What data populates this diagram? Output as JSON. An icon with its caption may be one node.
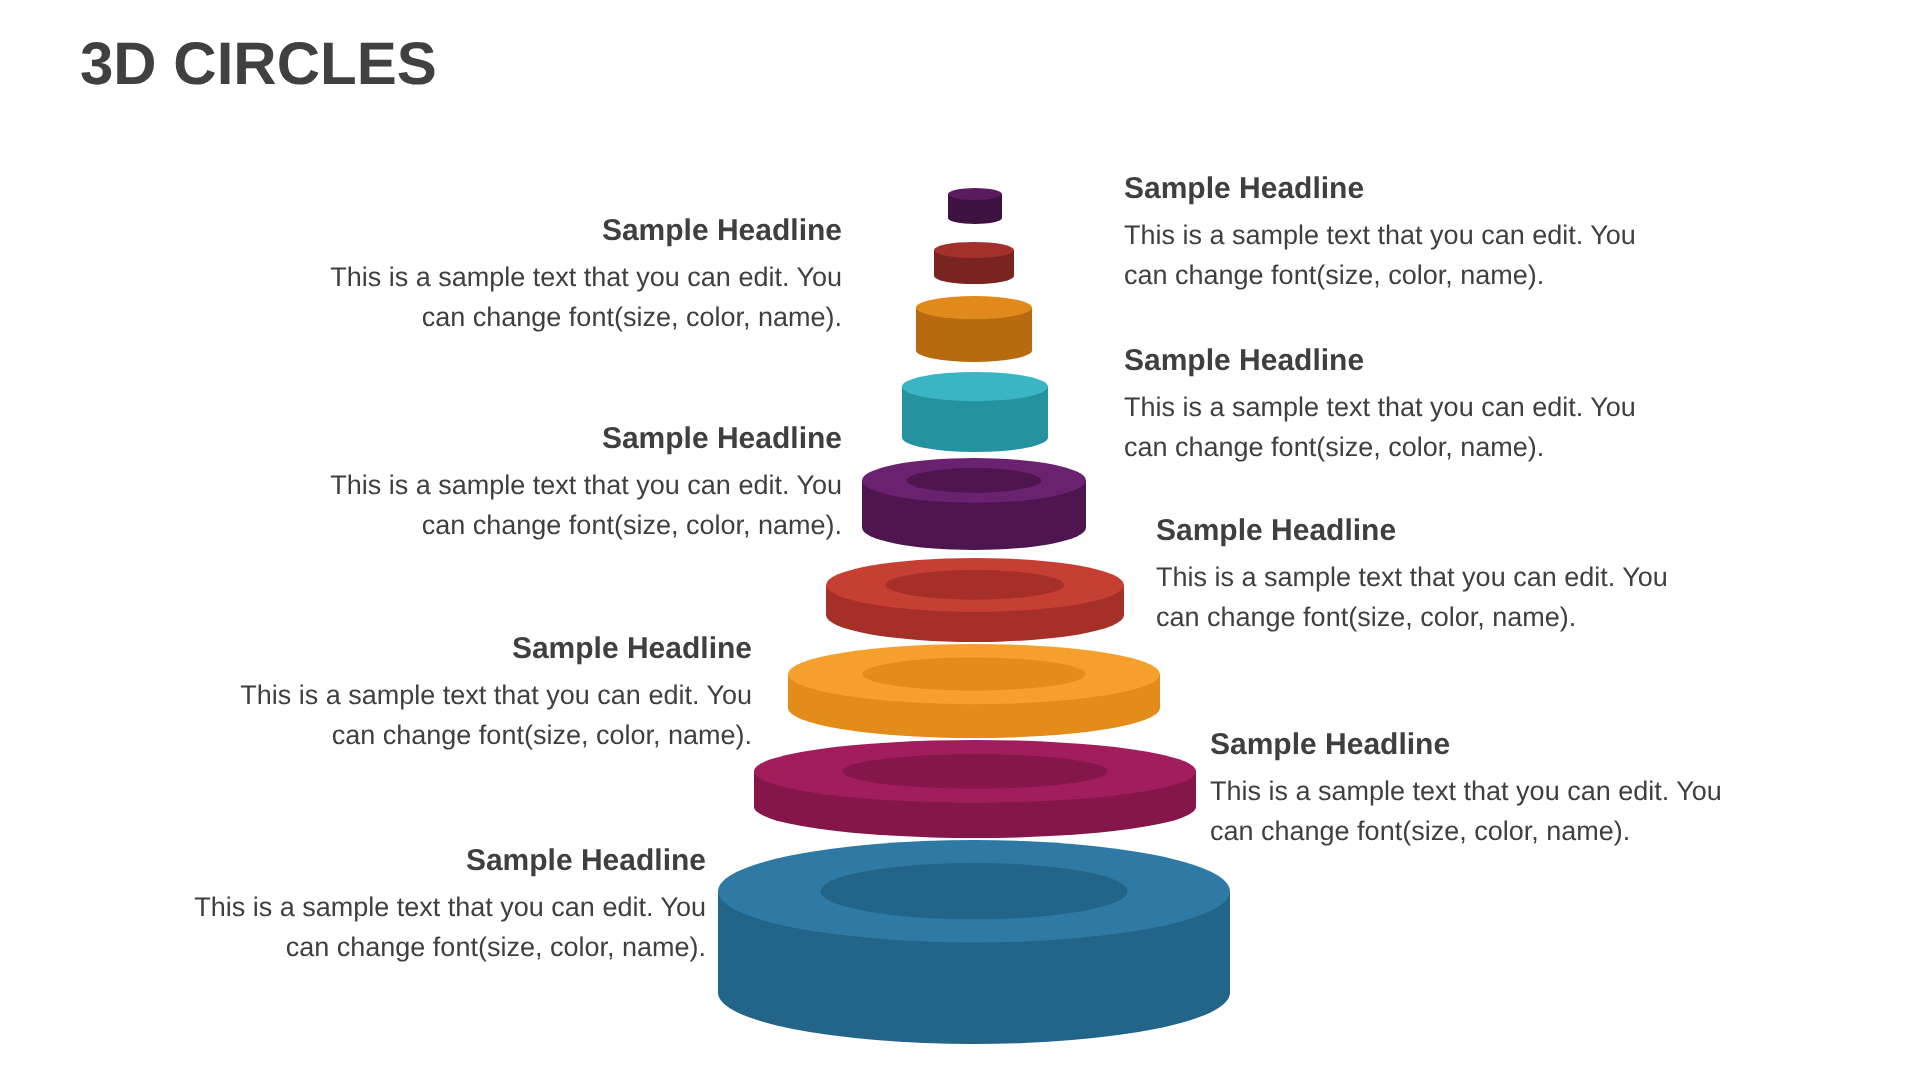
{
  "diagram": {
    "title": "3D CIRCLES",
    "nodes": [
      {
        "text": [],
        "shape": "cylinder"
      },
      {
        "text": [],
        "shape": "cylinder"
      },
      {
        "text": [],
        "shape": "cylinder"
      },
      {
        "text": [],
        "shape": "cylinder"
      },
      {
        "text": [],
        "shape": "cylinder"
      },
      {
        "text": [],
        "shape": "cylinder"
      },
      {
        "text": [],
        "shape": "cylinder"
      },
      {
        "text": [],
        "shape": "cylinder"
      },
      {
        "text": [],
        "shape": "cylinder"
      }
    ],
    "edges": [],
    "labels": [
      "Sample Headline",
      "This is a sample text that you can edit. You can change font(size, color, name).",
      "Sample Headline",
      "This is a sample text that you can edit. You can change font(size, color, name).",
      "Sample Headline",
      "This is a sample text that you can edit. You can change font(size, color, name).",
      "Sample Headline",
      "This is a sample text that you can edit. You can change font(size, color, name).",
      "Sample Headline",
      "This is a sample text that you can edit. You can change font(size, color, name).",
      "Sample Headline",
      "This is a sample text that you can edit. You can change font(size, color, name).",
      "Sample Headline",
      "This is a sample text that you can edit. You can change font(size, color, name).",
      "Sample Headline",
      "This is a sample text that you can edit. You can change font(size, color, name)."
    ]
  }
}
